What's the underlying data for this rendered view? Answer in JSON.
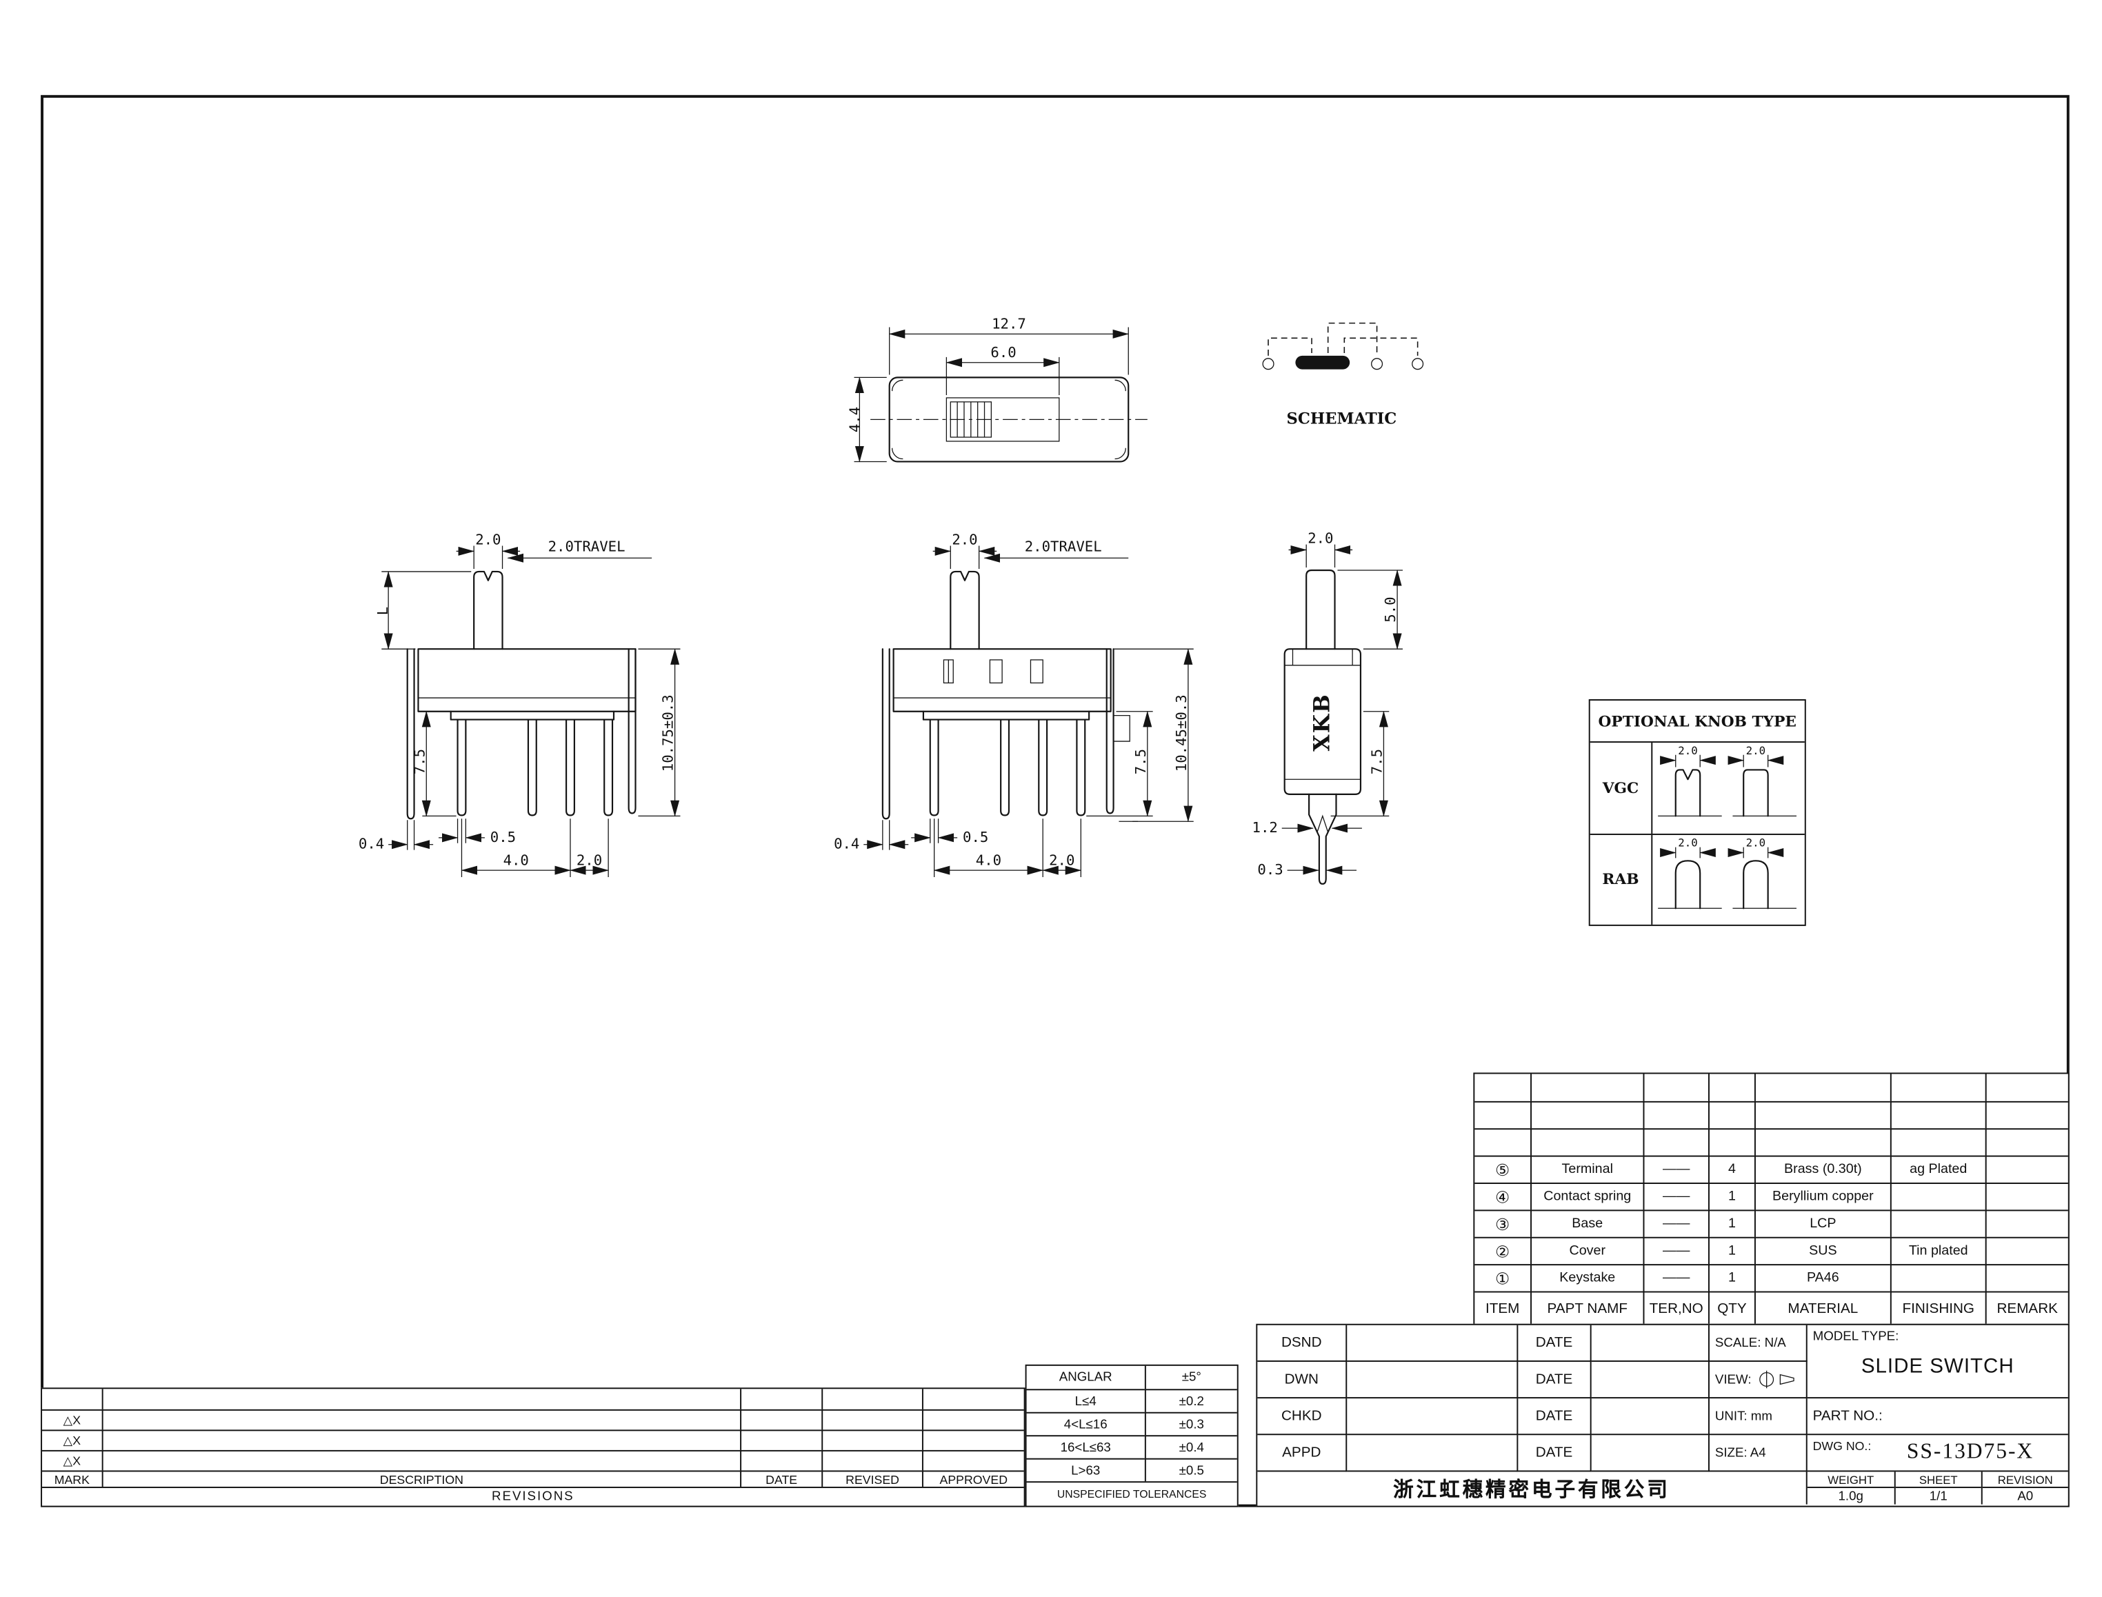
{
  "sheet": {
    "views": {
      "top_view": {
        "dim_width": "12.7",
        "dim_slot": "6.0",
        "dim_height": "4.4"
      },
      "schematic": {
        "label": "SCHEMATIC"
      },
      "front_a": {
        "dim_knob_w": "2.0",
        "dim_travel": "2.0TRAVEL",
        "dim_knob_h": "L",
        "dim_pin_len": "7.5",
        "dim_total_h": "10.75±0.3",
        "dim_tab_w": "0.4",
        "dim_pin_w": "0.5",
        "dim_pitch_a": "4.0",
        "dim_pitch_b": "2.0"
      },
      "front_b": {
        "dim_knob_w": "2.0",
        "dim_travel": "2.0TRAVEL",
        "dim_pin_len": "7.5",
        "dim_total_h": "10.45±0.3",
        "dim_tab_w": "0.4",
        "dim_pin_w": "0.5",
        "dim_pitch_a": "4.0",
        "dim_pitch_b": "2.0"
      },
      "side": {
        "brand": "XKB",
        "dim_knob_w": "2.0",
        "dim_knob_h": "5.0",
        "dim_pin_len": "7.5",
        "dim_fork_w": "1.2",
        "dim_pin_w": "0.3"
      }
    },
    "knob_table": {
      "title": "OPTIONAL KNOB TYPE",
      "rows": [
        {
          "label": "VGC",
          "dim1": "2.0",
          "dim2": "2.0"
        },
        {
          "label": "RAB",
          "dim1": "2.0",
          "dim2": "2.0"
        }
      ]
    },
    "bom": {
      "headers": [
        "ITEM",
        "PAPT NAMF",
        "TER,NO",
        "QTY",
        "MATERIAL",
        "FINISHING",
        "REMARK"
      ],
      "rows": [
        {
          "item": "⑤",
          "name": "Terminal",
          "ter": "——",
          "qty": "4",
          "material": "Brass (0.30t)",
          "finishing": "ag Plated",
          "remark": ""
        },
        {
          "item": "④",
          "name": "Contact spring",
          "ter": "——",
          "qty": "1",
          "material": "Beryllium copper",
          "finishing": "",
          "remark": ""
        },
        {
          "item": "③",
          "name": "Base",
          "ter": "——",
          "qty": "1",
          "material": "LCP",
          "finishing": "",
          "remark": ""
        },
        {
          "item": "②",
          "name": "Cover",
          "ter": "——",
          "qty": "1",
          "material": "SUS",
          "finishing": "Tin plated",
          "remark": ""
        },
        {
          "item": "①",
          "name": "Keystake",
          "ter": "——",
          "qty": "1",
          "material": "PA46",
          "finishing": "",
          "remark": ""
        }
      ]
    },
    "title_block": {
      "approvals": [
        {
          "label": "DSND",
          "date_label": "DATE"
        },
        {
          "label": "DWN",
          "date_label": "DATE"
        },
        {
          "label": "CHKD",
          "date_label": "DATE"
        },
        {
          "label": "APPD",
          "date_label": "DATE"
        }
      ],
      "scale": "SCALE: N/A",
      "view_label": "VIEW:",
      "unit": "UNIT: mm",
      "size": "SIZE: A4",
      "model_type_label": "MODEL TYPE:",
      "model_type": "SLIDE SWITCH",
      "part_no_label": "PART NO.:",
      "dwg_no_label": "DWG NO.:",
      "dwg_no": "SS-13D75-X",
      "company": "浙江虹穗精密电子有限公司",
      "weight_label": "WEIGHT",
      "weight": "1.0g",
      "sheet_label": "SHEET",
      "sheet": "1/1",
      "revision_label": "REVISION",
      "revision": "A0"
    },
    "revisions": {
      "headers": [
        "MARK",
        "DESCRIPTION",
        "DATE",
        "REVISED",
        "APPROVED"
      ],
      "marks": [
        "",
        "△X",
        "△X",
        "△X"
      ],
      "footer": "REVISIONS"
    },
    "tolerances": {
      "rows": [
        {
          "range": "ANGLAR",
          "value": "±5°"
        },
        {
          "range": "L≤4",
          "value": "±0.2"
        },
        {
          "range": "4<L≤16",
          "value": "±0.3"
        },
        {
          "range": "16<L≤63",
          "value": "±0.4"
        },
        {
          "range": "L>63",
          "value": "±0.5"
        }
      ],
      "footer": "UNSPECIFIED TOLERANCES"
    }
  }
}
